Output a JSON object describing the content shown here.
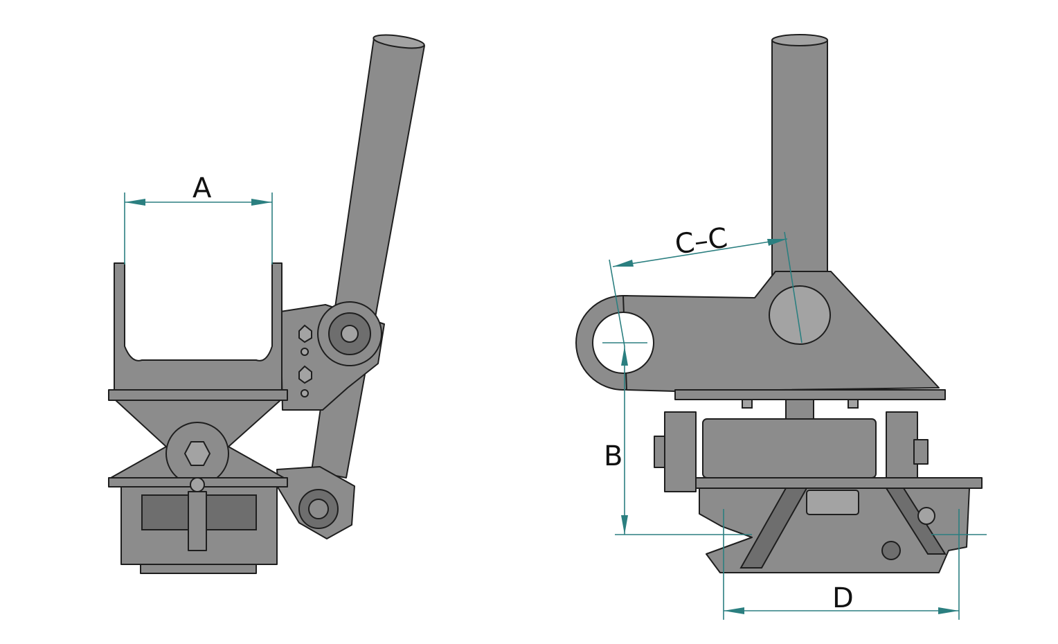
{
  "diagram": {
    "dimension_labels": {
      "a": "A",
      "b": "B",
      "cc": "C–C",
      "d": "D"
    },
    "colors": {
      "part_fill": "#8c8c8c",
      "outline": "#1e1e1e",
      "dimension_line": "#2b7f80"
    }
  }
}
